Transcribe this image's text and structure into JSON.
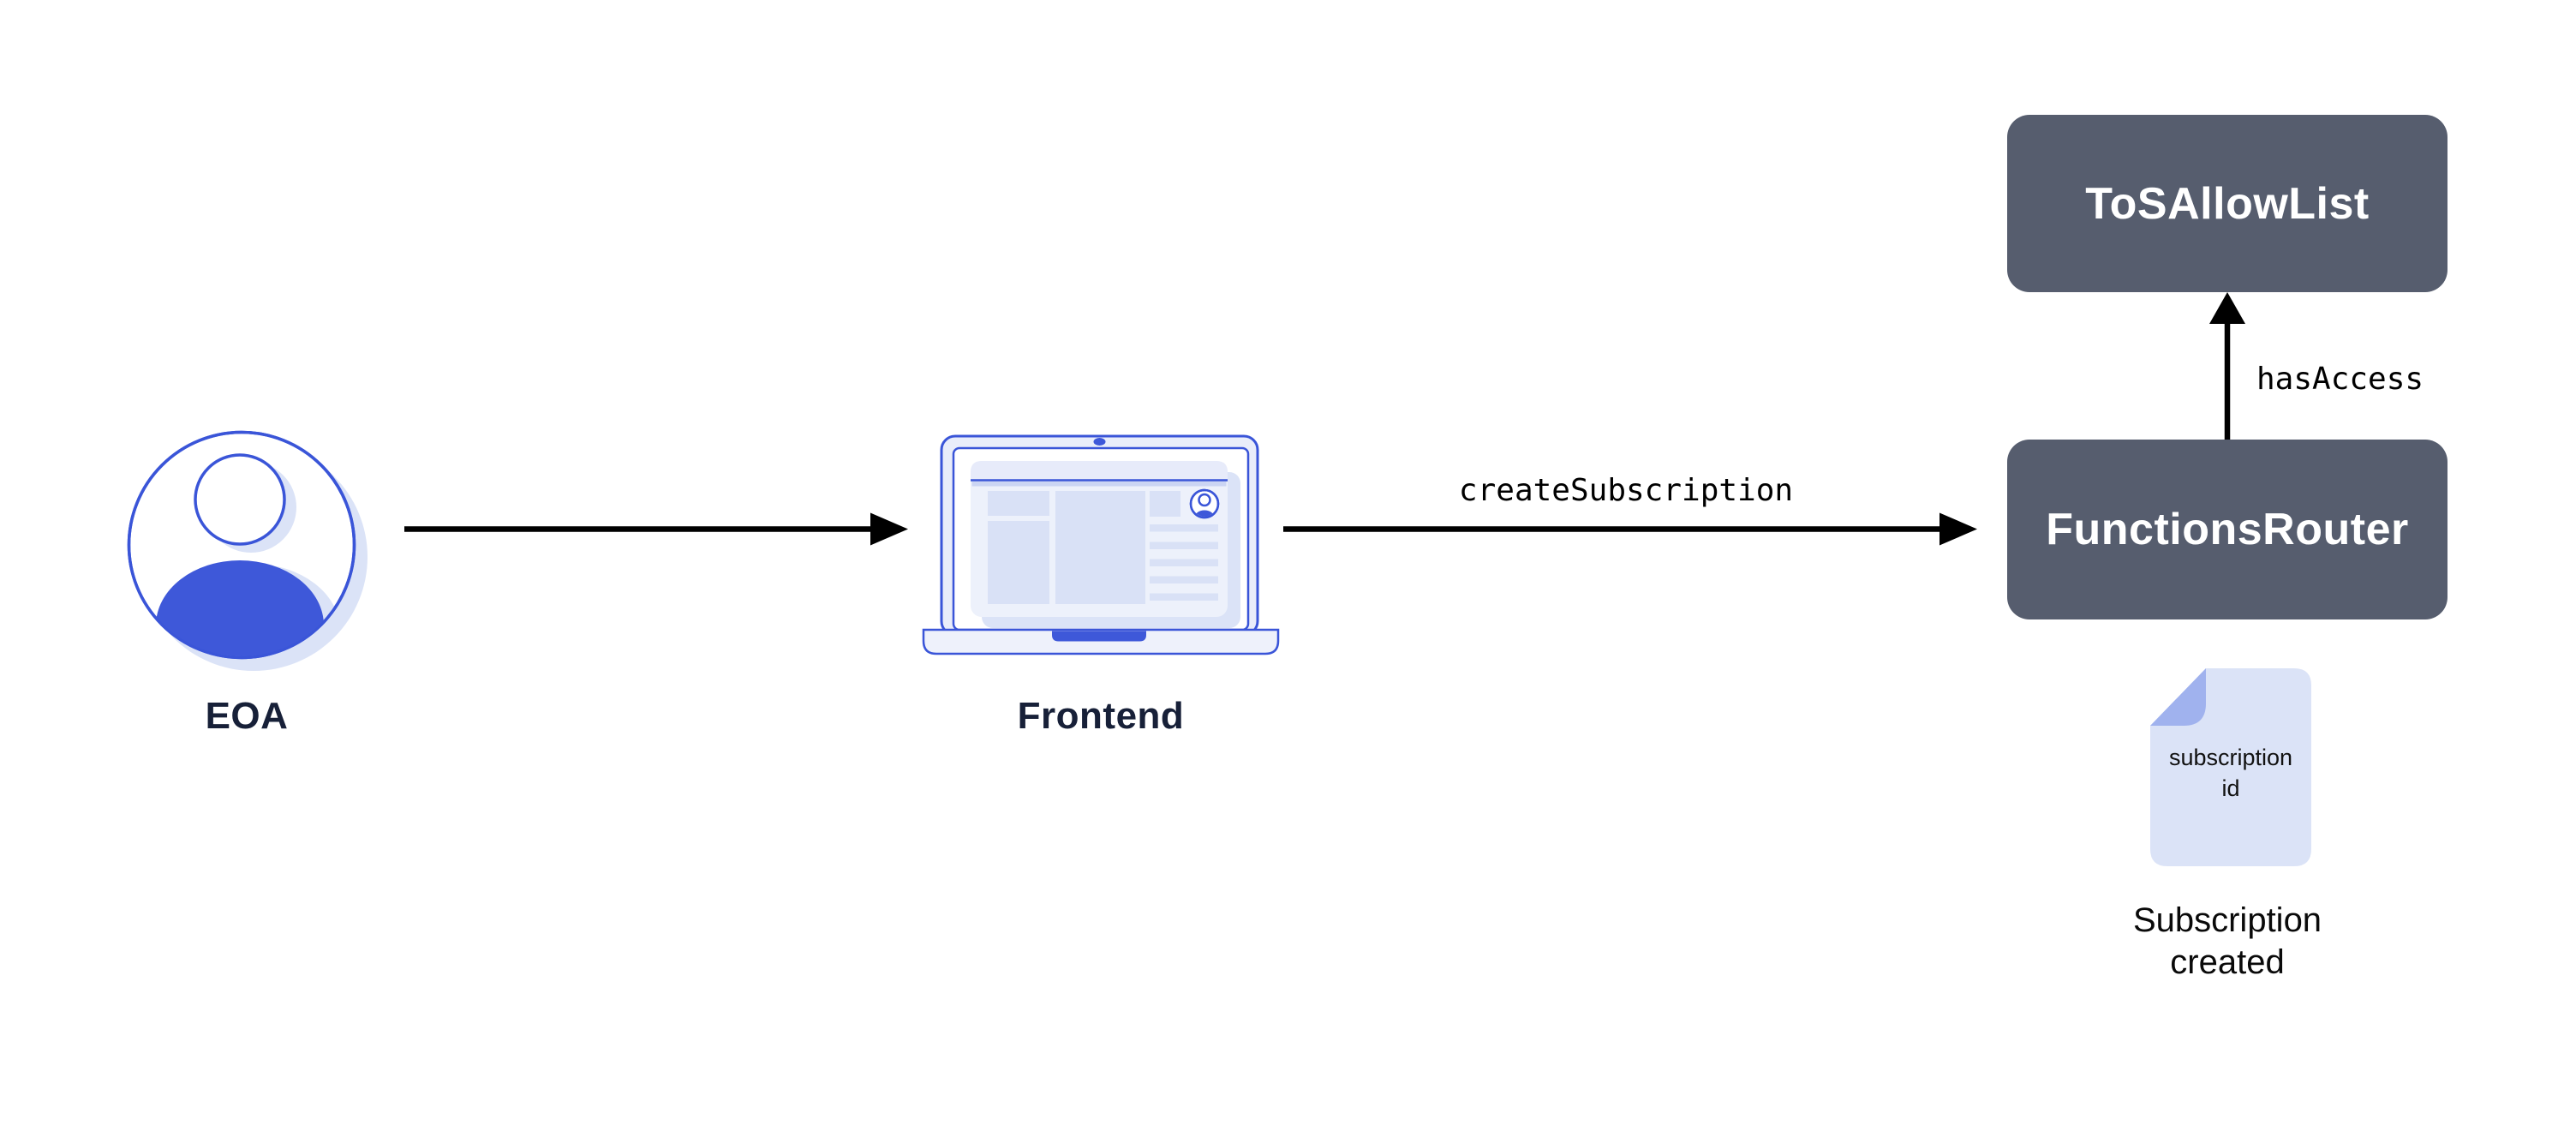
{
  "colors": {
    "blue_stroke": "#3A55D8",
    "blue_fill": "#3E58D9",
    "navy_text": "#172038",
    "slate_box": "#565D6E",
    "box_text": "#FFFFFF",
    "lavender_light": "#E9EDFA",
    "lavender_mid": "#D9E1F6",
    "lavender_shadow": "#DBE3F7",
    "fold_flap": "#A0B2EE",
    "arrow_black": "#000000"
  },
  "nodes": {
    "eoa": {
      "label": "EOA"
    },
    "frontend": {
      "label": "Frontend"
    },
    "functions_router": {
      "label": "FunctionsRouter"
    },
    "tos_allow_list": {
      "label": "ToSAllowList"
    }
  },
  "edges": {
    "frontend_to_router": {
      "label": "createSubscription"
    },
    "router_to_tos": {
      "label": "hasAccess"
    }
  },
  "artifact": {
    "doc_text_line1": "subscription",
    "doc_text_line2": "id",
    "caption_line1": "Subscription",
    "caption_line2": "created"
  }
}
